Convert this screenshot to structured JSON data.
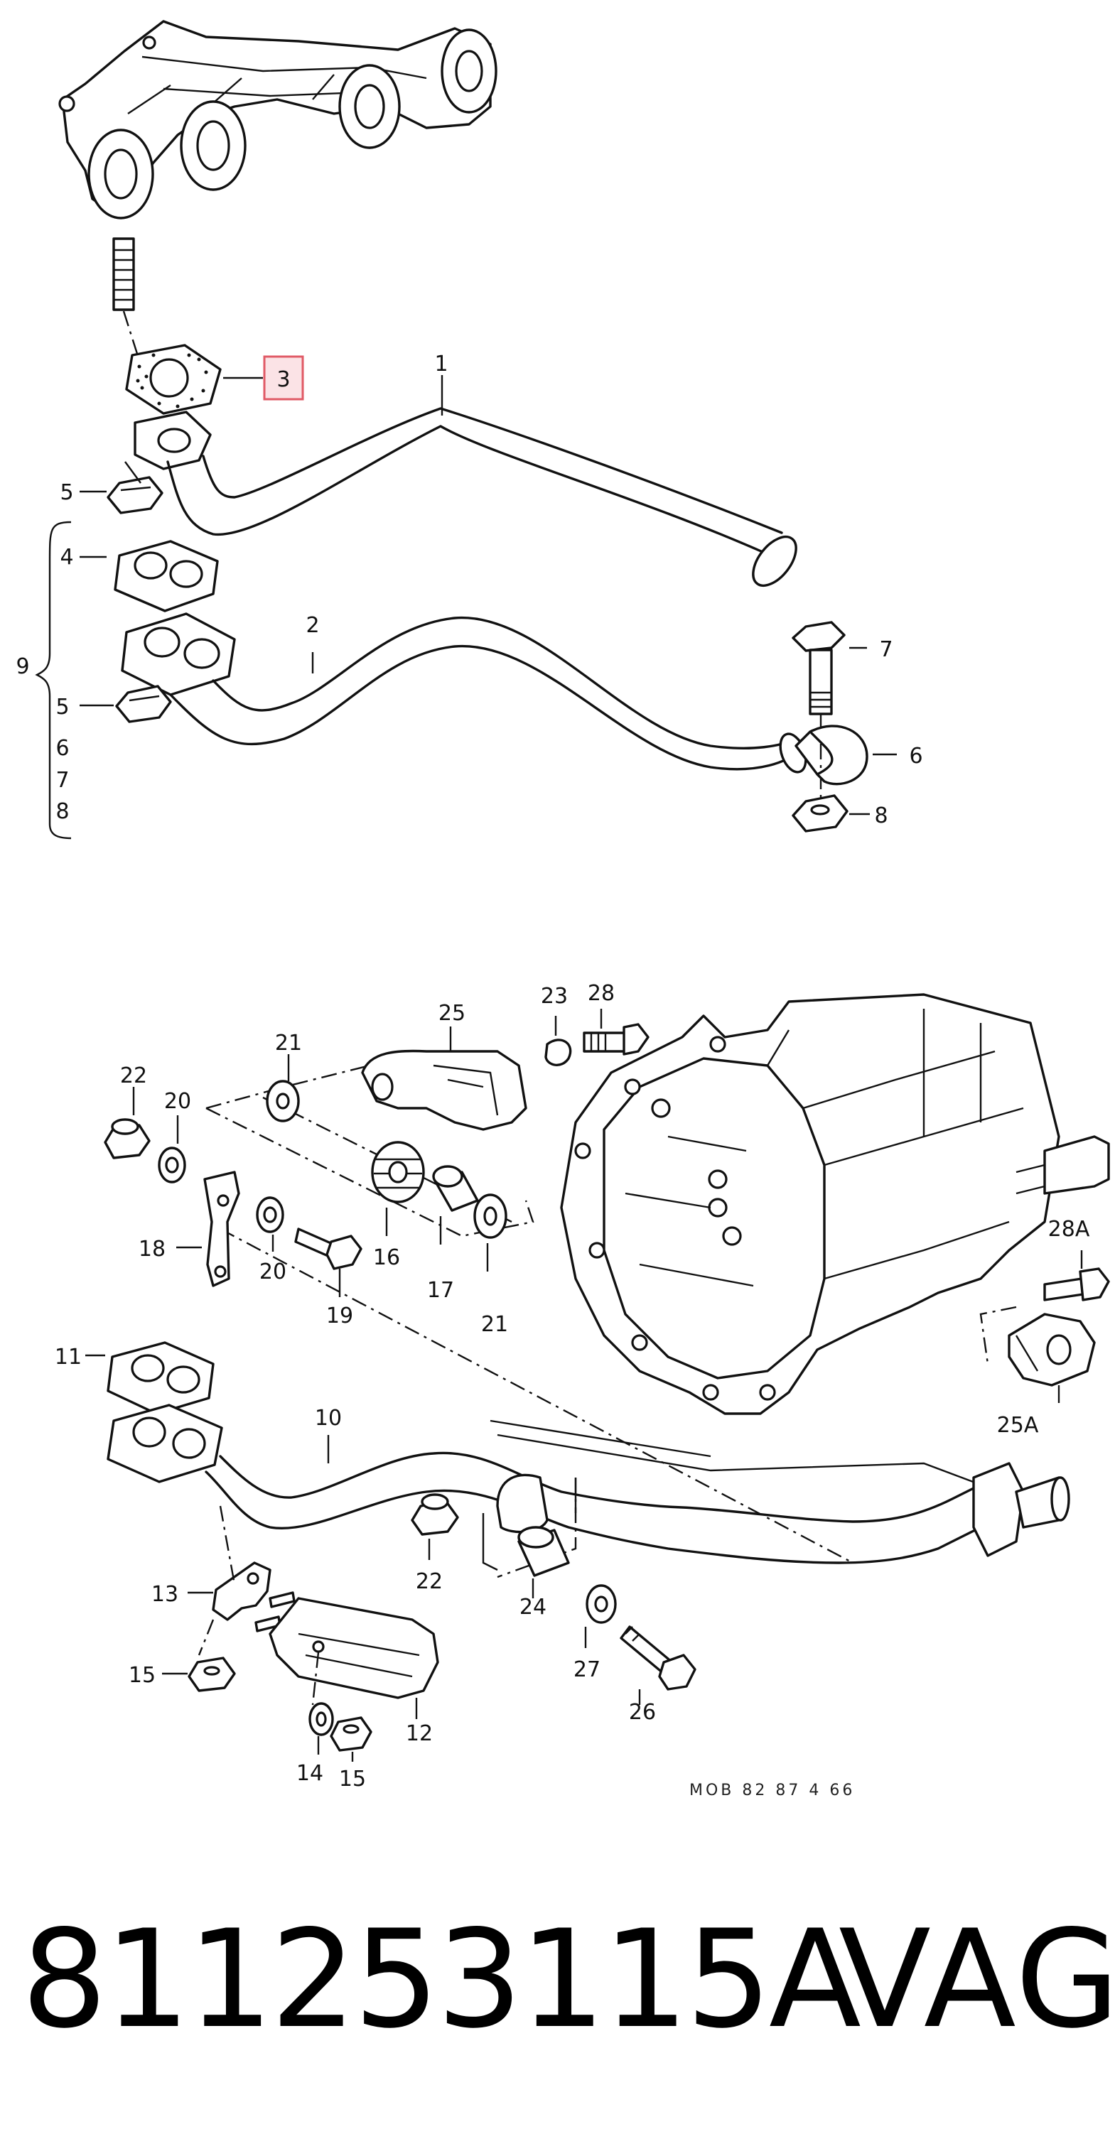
{
  "diagram": {
    "callouts": {
      "c1": "1",
      "c2": "2",
      "c3": "3",
      "c4": "4",
      "c5a": "5",
      "c5b": "5",
      "c6a": "6",
      "c6b": "6",
      "c7a": "7",
      "c7b": "7",
      "c8a": "8",
      "c8b": "8",
      "c9": "9",
      "c10": "10",
      "c11": "11",
      "c12": "12",
      "c13": "13",
      "c14": "14",
      "c15a": "15",
      "c15b": "15",
      "c16": "16",
      "c17": "17",
      "c18": "18",
      "c19": "19",
      "c20a": "20",
      "c20b": "20",
      "c21a": "21",
      "c21b": "21",
      "c22a": "22",
      "c22b": "22",
      "c23": "23",
      "c24": "24",
      "c25": "25",
      "c25a": "25A",
      "c26": "26",
      "c27": "27",
      "c28": "28",
      "c28a": "28A"
    },
    "highlighted_callout": "3",
    "highlight_color": "#e05a66",
    "highlight_fill": "#fbe3e6",
    "footer_code": "MOB 82 87 4 66"
  },
  "footer": {
    "part_number": "811253115A",
    "brand": "VAG"
  }
}
